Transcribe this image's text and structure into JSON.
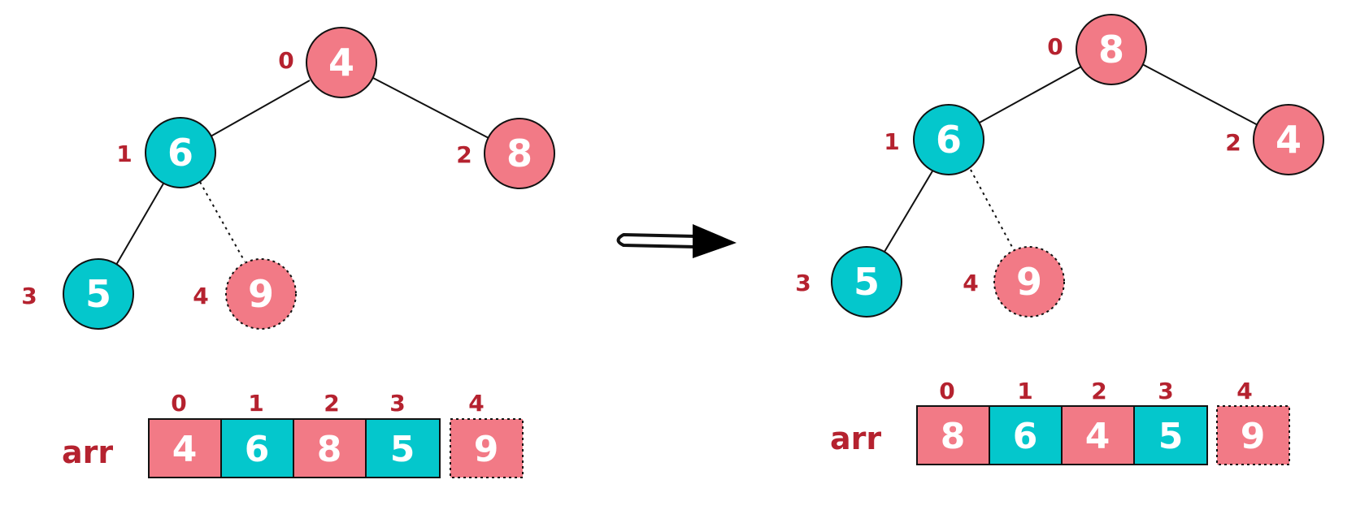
{
  "colors": {
    "pink": "#f27a86",
    "teal": "#04c7cc",
    "label": "#b5222f",
    "stroke": "#111111"
  },
  "before": {
    "nodes": [
      {
        "index": "0",
        "value": "4",
        "color": "pink",
        "dashed": false
      },
      {
        "index": "1",
        "value": "6",
        "color": "teal",
        "dashed": false
      },
      {
        "index": "2",
        "value": "8",
        "color": "pink",
        "dashed": false
      },
      {
        "index": "3",
        "value": "5",
        "color": "teal",
        "dashed": false
      },
      {
        "index": "4",
        "value": "9",
        "color": "pink",
        "dashed": true
      }
    ],
    "array": {
      "label": "arr",
      "cells": [
        {
          "index": "0",
          "value": "4",
          "color": "pink",
          "dashed": false
        },
        {
          "index": "1",
          "value": "6",
          "color": "teal",
          "dashed": false
        },
        {
          "index": "2",
          "value": "8",
          "color": "pink",
          "dashed": false
        },
        {
          "index": "3",
          "value": "5",
          "color": "teal",
          "dashed": false
        },
        {
          "index": "4",
          "value": "9",
          "color": "pink",
          "dashed": true
        }
      ]
    }
  },
  "after": {
    "nodes": [
      {
        "index": "0",
        "value": "8",
        "color": "pink",
        "dashed": false
      },
      {
        "index": "1",
        "value": "6",
        "color": "teal",
        "dashed": false
      },
      {
        "index": "2",
        "value": "4",
        "color": "pink",
        "dashed": false
      },
      {
        "index": "3",
        "value": "5",
        "color": "teal",
        "dashed": false
      },
      {
        "index": "4",
        "value": "9",
        "color": "pink",
        "dashed": true
      }
    ],
    "array": {
      "label": "arr",
      "cells": [
        {
          "index": "0",
          "value": "8",
          "color": "pink",
          "dashed": false
        },
        {
          "index": "1",
          "value": "6",
          "color": "teal",
          "dashed": false
        },
        {
          "index": "2",
          "value": "4",
          "color": "pink",
          "dashed": false
        },
        {
          "index": "3",
          "value": "5",
          "color": "teal",
          "dashed": false
        },
        {
          "index": "4",
          "value": "9",
          "color": "pink",
          "dashed": true
        }
      ]
    }
  }
}
